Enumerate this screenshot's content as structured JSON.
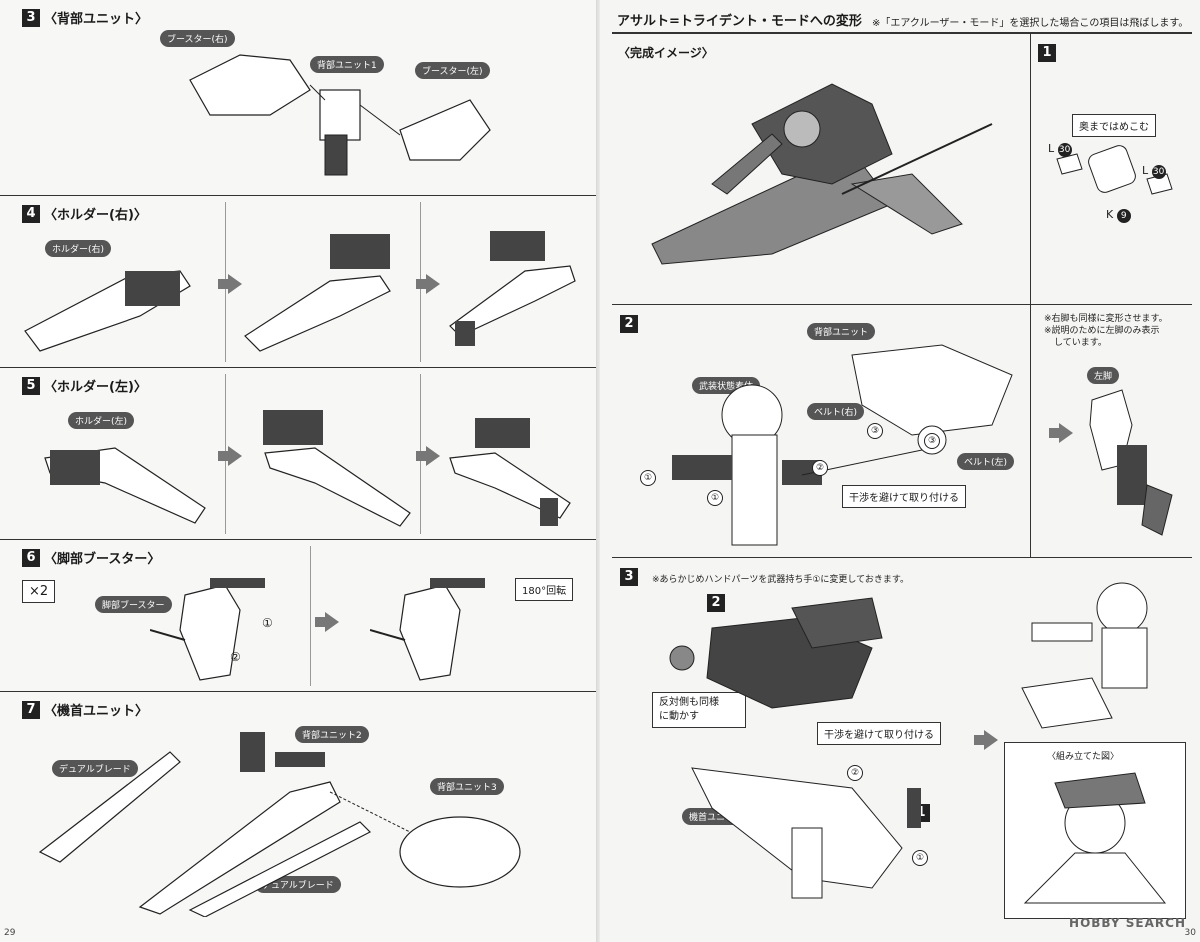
{
  "left": {
    "page_number": "29",
    "steps": [
      {
        "num": "3",
        "title": "〈背部ユニット〉",
        "labels": [
          "ブースター(右)",
          "背部ユニット1",
          "ブースター(左)"
        ]
      },
      {
        "num": "4",
        "title": "〈ホルダー(右)〉",
        "labels": [
          "ホルダー(右)"
        ]
      },
      {
        "num": "5",
        "title": "〈ホルダー(左)〉",
        "labels": [
          "ホルダー(左)"
        ]
      },
      {
        "num": "6",
        "title": "〈脚部ブースター〉",
        "multiplier": "×2",
        "labels": [
          "脚部ブースター"
        ],
        "circle1": "①",
        "circle2": "②",
        "rotate": "180°回転"
      },
      {
        "num": "7",
        "title": "〈機首ユニット〉",
        "labels": [
          "デュアルブレード",
          "背部ユニット2",
          "背部ユニット3",
          "デュアルブレード"
        ]
      }
    ]
  },
  "right": {
    "page_number": "30",
    "header_title": "アサルト=トライデント・モードへの変形",
    "header_note": "※「エアクルーザー・モード」を選択した場合この項目は飛ばします。",
    "preview_title": "〈完成イメージ〉",
    "step1": {
      "num": "1",
      "note": "奥まではめこむ",
      "L1": "L",
      "L1n": "30",
      "L2": "L",
      "L2n": "30",
      "K": "K",
      "Kn": "9"
    },
    "step2": {
      "num": "2",
      "labels": [
        "背部ユニット",
        "武装状態素体",
        "ベルト(右)",
        "ベルト(左)",
        "左脚"
      ],
      "note": "干渉を避けて取り付ける",
      "note_right": "※右脚も同様に変形させます。",
      "note_right2": "※説明のために左脚のみ表示",
      "note_right3": "しています。",
      "c1": "①",
      "c2": "②",
      "c3": "③"
    },
    "step3": {
      "num": "3",
      "note": "※あらかじめハンドパーツを武器持ち手①に変更しておきます。",
      "sub2": "2",
      "sub1": "1",
      "labels": [
        "反対側も同様",
        "に動かす",
        "機首ユニット"
      ],
      "note2": "干渉を避けて取り付ける",
      "assembled": "〈組み立てた図〉",
      "c1": "①",
      "c2": "②"
    },
    "watermark": "HOBBY SEARCH"
  }
}
